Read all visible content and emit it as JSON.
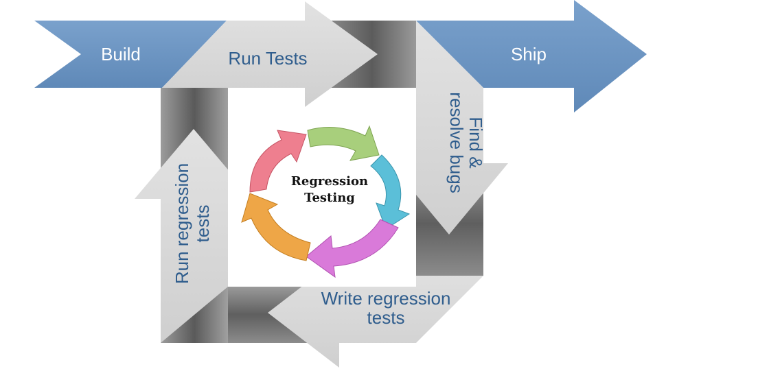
{
  "labels": {
    "build": "Build",
    "run_tests": "Run Tests",
    "ship": "Ship",
    "find_resolve_line1": "Find &",
    "find_resolve_line2": "resolve bugs",
    "write_line1": "Write regression",
    "write_line2": "tests",
    "run_regression_line1": "Run regression",
    "run_regression_line2": "tests"
  },
  "center": {
    "line1": "Regression",
    "line2": "Testing"
  },
  "colors": {
    "blue": "#6c95c3",
    "blue_text": "#ffffff",
    "gray_light": "#d8d8d8",
    "gray_text": "#2f5d8d",
    "gray_dark": "#6f6f6f",
    "cycle_green": "#a8cf7c",
    "cycle_cyan": "#5bbfd8",
    "cycle_magenta": "#d97ad9",
    "cycle_orange": "#eea647",
    "cycle_pink": "#ee7f8f"
  }
}
